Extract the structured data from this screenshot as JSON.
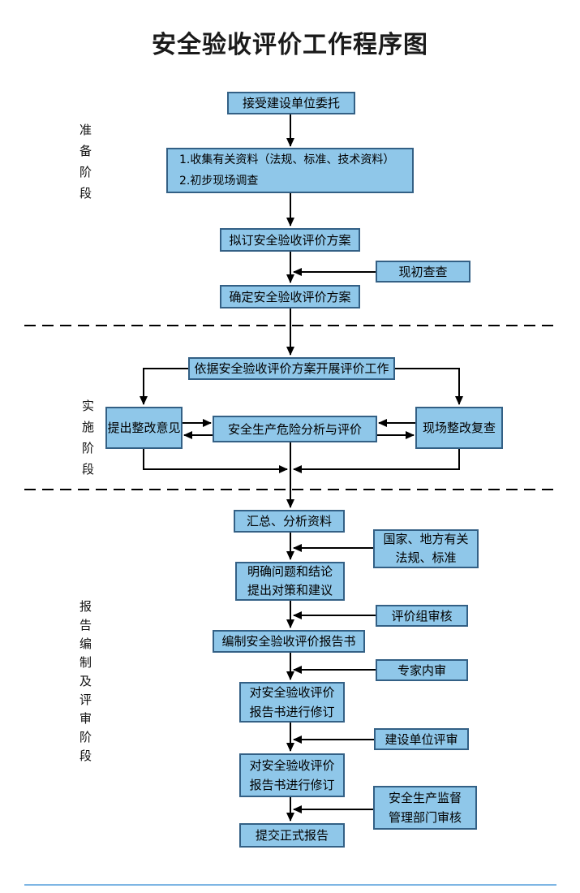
{
  "title": "安全验收评价工作程序图",
  "colors": {
    "box_fill": "#8FC7E9",
    "box_border": "#336085",
    "connector": "#000000",
    "footer_line": "#7EB6E4"
  },
  "phases": [
    {
      "label": "准备阶段"
    },
    {
      "label": "实施阶段"
    },
    {
      "label": "报告编制及评审阶段"
    }
  ],
  "flow": {
    "accept": "接受建设单位委托",
    "collect_line1": "1.收集有关资料（法规、标准、技术资料）",
    "collect_line2": "2.初步现场调查",
    "draft_plan": "拟订安全验收评价方案",
    "confirm_plan": "确定安全验收评价方案",
    "conduct": "依据安全验收评价方案开展评价工作",
    "propose": "提出整改意见",
    "hazard": "安全生产危险分析与评价",
    "onsite_recheck": "现场整改复查",
    "summarize": "汇总、分析资料",
    "clarify_line1": "明确问题和结论",
    "clarify_line2": "提出对策和建议",
    "compile": "编制安全验收评价报告书",
    "revise1_line1": "对安全验收评价",
    "revise1_line2": "报告书进行修订",
    "revise2_line1": "对安全验收评价",
    "revise2_line2": "报告书进行修订",
    "submit": "提交正式报告"
  },
  "side": {
    "initial_check": "现初查查",
    "laws_line1": "国家、地方有关",
    "laws_line2": "法规、标准",
    "eval_group": "评价组审核",
    "expert": "专家内审",
    "construction_unit": "建设单位评审",
    "supervision_line1": "安全生产监督",
    "supervision_line2": "管理部门审核"
  }
}
